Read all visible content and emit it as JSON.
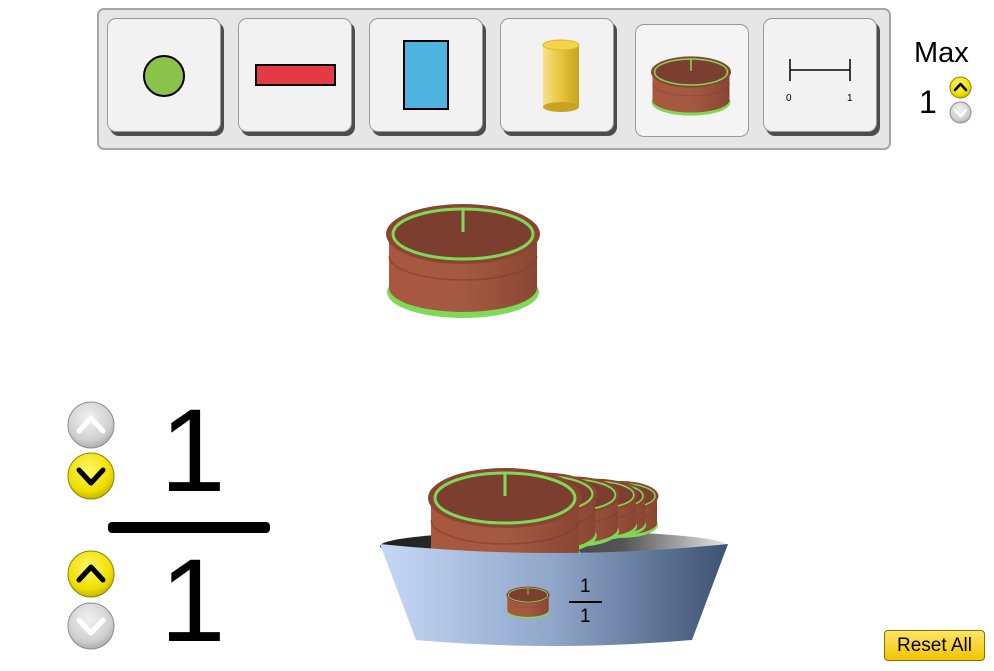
{
  "toolbar": {
    "representations": [
      {
        "name": "circle",
        "icon": "circle-icon",
        "color": "#8bc34a"
      },
      {
        "name": "horizontal-bar",
        "icon": "horizontal-bar-icon",
        "color": "#e53945"
      },
      {
        "name": "vertical-bar",
        "icon": "vertical-bar-icon",
        "color": "#4fb3e0"
      },
      {
        "name": "water-glass",
        "icon": "water-glass-icon",
        "color": "#e8c940"
      },
      {
        "name": "cake",
        "icon": "cake-icon",
        "color": "#8c4a36",
        "selected": true
      },
      {
        "name": "number-line",
        "icon": "number-line-icon",
        "tick_start": "0",
        "tick_end": "1"
      }
    ]
  },
  "max": {
    "label": "Max",
    "value": "1"
  },
  "fraction": {
    "numerator": "1",
    "denominator": "1"
  },
  "bucket": {
    "numerator": "1",
    "denominator": "1"
  },
  "reset_label": "Reset All",
  "colors": {
    "cake_body": "#9a4f3a",
    "cake_top": "#7c3e2e",
    "cake_outline": "#7ed957",
    "spinner_active": "#f6e200",
    "spinner_disabled": "#c8c8c8",
    "bucket_left": "#c2d6f5",
    "bucket_right": "#3e5575"
  }
}
